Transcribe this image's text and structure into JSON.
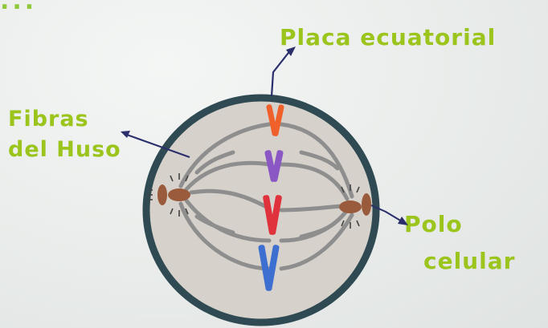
{
  "title_fragment": "...",
  "labels": {
    "placa": "Placa ecuatorial",
    "fibras_line1": "Fibras",
    "fibras_line2": "del Huso",
    "polo_line1": "Polo",
    "polo_line2": "celular"
  },
  "colors": {
    "label_green": "#9bc41c",
    "cell_outline": "#2f4a53",
    "cell_fill": "#d6d2cb",
    "spindle_grey": "#8e8e8e",
    "centrosome_brown": "#9a5a3c",
    "chromosome_orange": "#f0602a",
    "chromosome_purple": "#8a57c4",
    "chromosome_red": "#e0323c",
    "chromosome_blue": "#3d6fd0",
    "arrow_navy": "#2a2e6a"
  },
  "chromosomes": [
    "orange",
    "purple",
    "red",
    "blue"
  ]
}
